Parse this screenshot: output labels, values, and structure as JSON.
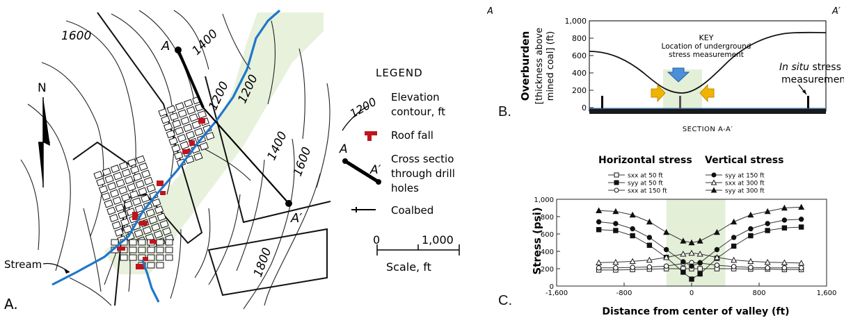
{
  "panelA": {
    "letter": "A.",
    "contour_labels": [
      "1600",
      "1400",
      "1200",
      "1200",
      "1400",
      "1600",
      "1800"
    ],
    "point_A": "A",
    "point_A_prime": "A′",
    "north": "N",
    "stream_label": "Stream",
    "legend": {
      "title": "LEGEND",
      "contour_sample": "1200",
      "elevation": [
        "Elevation",
        "contour, ft"
      ],
      "roof_fall": "Roof fall",
      "cross_a": "A",
      "cross_a_prime": "A′",
      "cross_section": [
        "Cross sectio",
        "through drill",
        "holes"
      ],
      "coalbed": "Coalbed",
      "scale_zero": "0",
      "scale_max": "1,000",
      "scale_label": "Scale, ft"
    },
    "colors": {
      "stream": "#1f77c9",
      "valley": "#e4efd8",
      "roof_fall": "#c0141c"
    }
  },
  "panelB": {
    "letter": "B.",
    "corner_left": "A",
    "corner_right": "A′",
    "ylabel_lines": [
      "Overburden",
      "[thickness above",
      "mined coal] (ft)"
    ],
    "yticks": [
      "0",
      "200",
      "400",
      "600",
      "800",
      "1,000"
    ],
    "key_title": "KEY",
    "key_lines": [
      "Location of underground",
      "stress measurement"
    ],
    "insitu_italic": "In situ",
    "insitu_rest": " stress",
    "insitu_line2": "measurements",
    "section_label": "SECTION A-A′",
    "colors": {
      "arrow_down": "#4a8fd8",
      "arrow_side": "#f0b400",
      "valley": "#e4efd8"
    }
  },
  "panelC": {
    "letter": "C.",
    "horizontal_header": "Horizontal stress",
    "vertical_header": "Vertical stress",
    "legend_left": [
      "sxx at 50 ft",
      "syy at 50 ft",
      "sxx at 150 ft"
    ],
    "legend_right": [
      "syy at 150 ft",
      "sxx at 300 ft",
      "syy at 300 ft"
    ],
    "ylabel": "Stress (psi)",
    "xlabel": "Distance from center of valley (ft)"
  },
  "chart_data": {
    "type": "line",
    "xlabel": "Distance from center of valley (ft)",
    "ylabel": "Stress (psi)",
    "xlim": [
      -1600,
      1600
    ],
    "ylim": [
      0,
      1000
    ],
    "xticks": [
      "-1,600",
      "-800",
      "0",
      "800",
      "1,600"
    ],
    "yticks": [
      "0",
      "200",
      "400",
      "600",
      "800",
      "1,000"
    ],
    "x": [
      -1100,
      -900,
      -700,
      -500,
      -300,
      -100,
      0,
      100,
      300,
      500,
      700,
      900,
      1100,
      1300
    ],
    "series": [
      {
        "name": "sxx at 50 ft",
        "marker": "square-open",
        "values": [
          185,
          185,
          190,
          195,
          200,
          200,
          200,
          200,
          200,
          200,
          195,
          195,
          190,
          190
        ]
      },
      {
        "name": "syy at 50 ft",
        "marker": "square-filled",
        "values": [
          650,
          640,
          580,
          470,
          330,
          160,
          80,
          140,
          320,
          460,
          580,
          640,
          670,
          680
        ]
      },
      {
        "name": "sxx at 150 ft",
        "marker": "circle-open",
        "values": [
          210,
          210,
          215,
          220,
          230,
          260,
          270,
          265,
          240,
          225,
          215,
          210,
          210,
          210
        ]
      },
      {
        "name": "syy at 150 ft",
        "marker": "circle-filled",
        "values": [
          740,
          720,
          660,
          560,
          420,
          280,
          230,
          270,
          420,
          560,
          660,
          720,
          760,
          770
        ]
      },
      {
        "name": "sxx at 300 ft",
        "marker": "triangle-open",
        "values": [
          270,
          275,
          285,
          300,
          330,
          370,
          380,
          370,
          330,
          300,
          285,
          275,
          270,
          265
        ]
      },
      {
        "name": "syy at 300 ft",
        "marker": "triangle-filled",
        "values": [
          870,
          860,
          820,
          740,
          620,
          520,
          500,
          520,
          620,
          740,
          820,
          860,
          900,
          910
        ]
      }
    ],
    "shaded_region": [
      -300,
      400
    ]
  }
}
